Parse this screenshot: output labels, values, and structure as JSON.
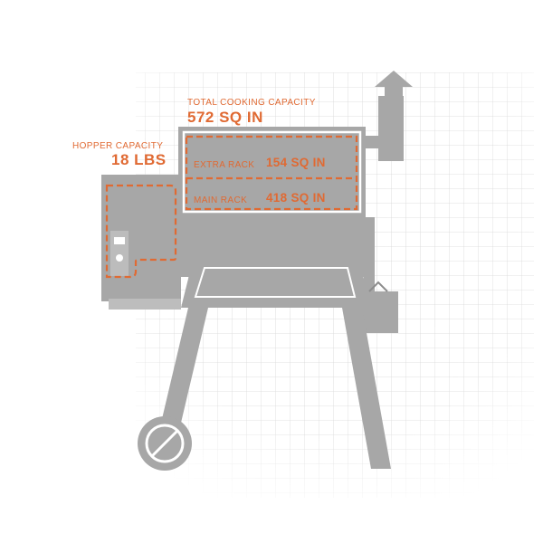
{
  "colors": {
    "accent": "#e06a33",
    "grill_gray": "#a5a5a5",
    "grill_dark": "#8c8c8c",
    "grid": "#d9d9d9",
    "background": "#ffffff"
  },
  "total_capacity": {
    "label": "TOTAL COOKING CAPACITY",
    "value": "572 SQ IN"
  },
  "hopper": {
    "label": "HOPPER CAPACITY",
    "value": "18 LBS"
  },
  "racks": [
    {
      "label": "EXTRA RACK",
      "value": "154 SQ IN"
    },
    {
      "label": "MAIN RACK",
      "value": "418 SQ IN"
    }
  ]
}
